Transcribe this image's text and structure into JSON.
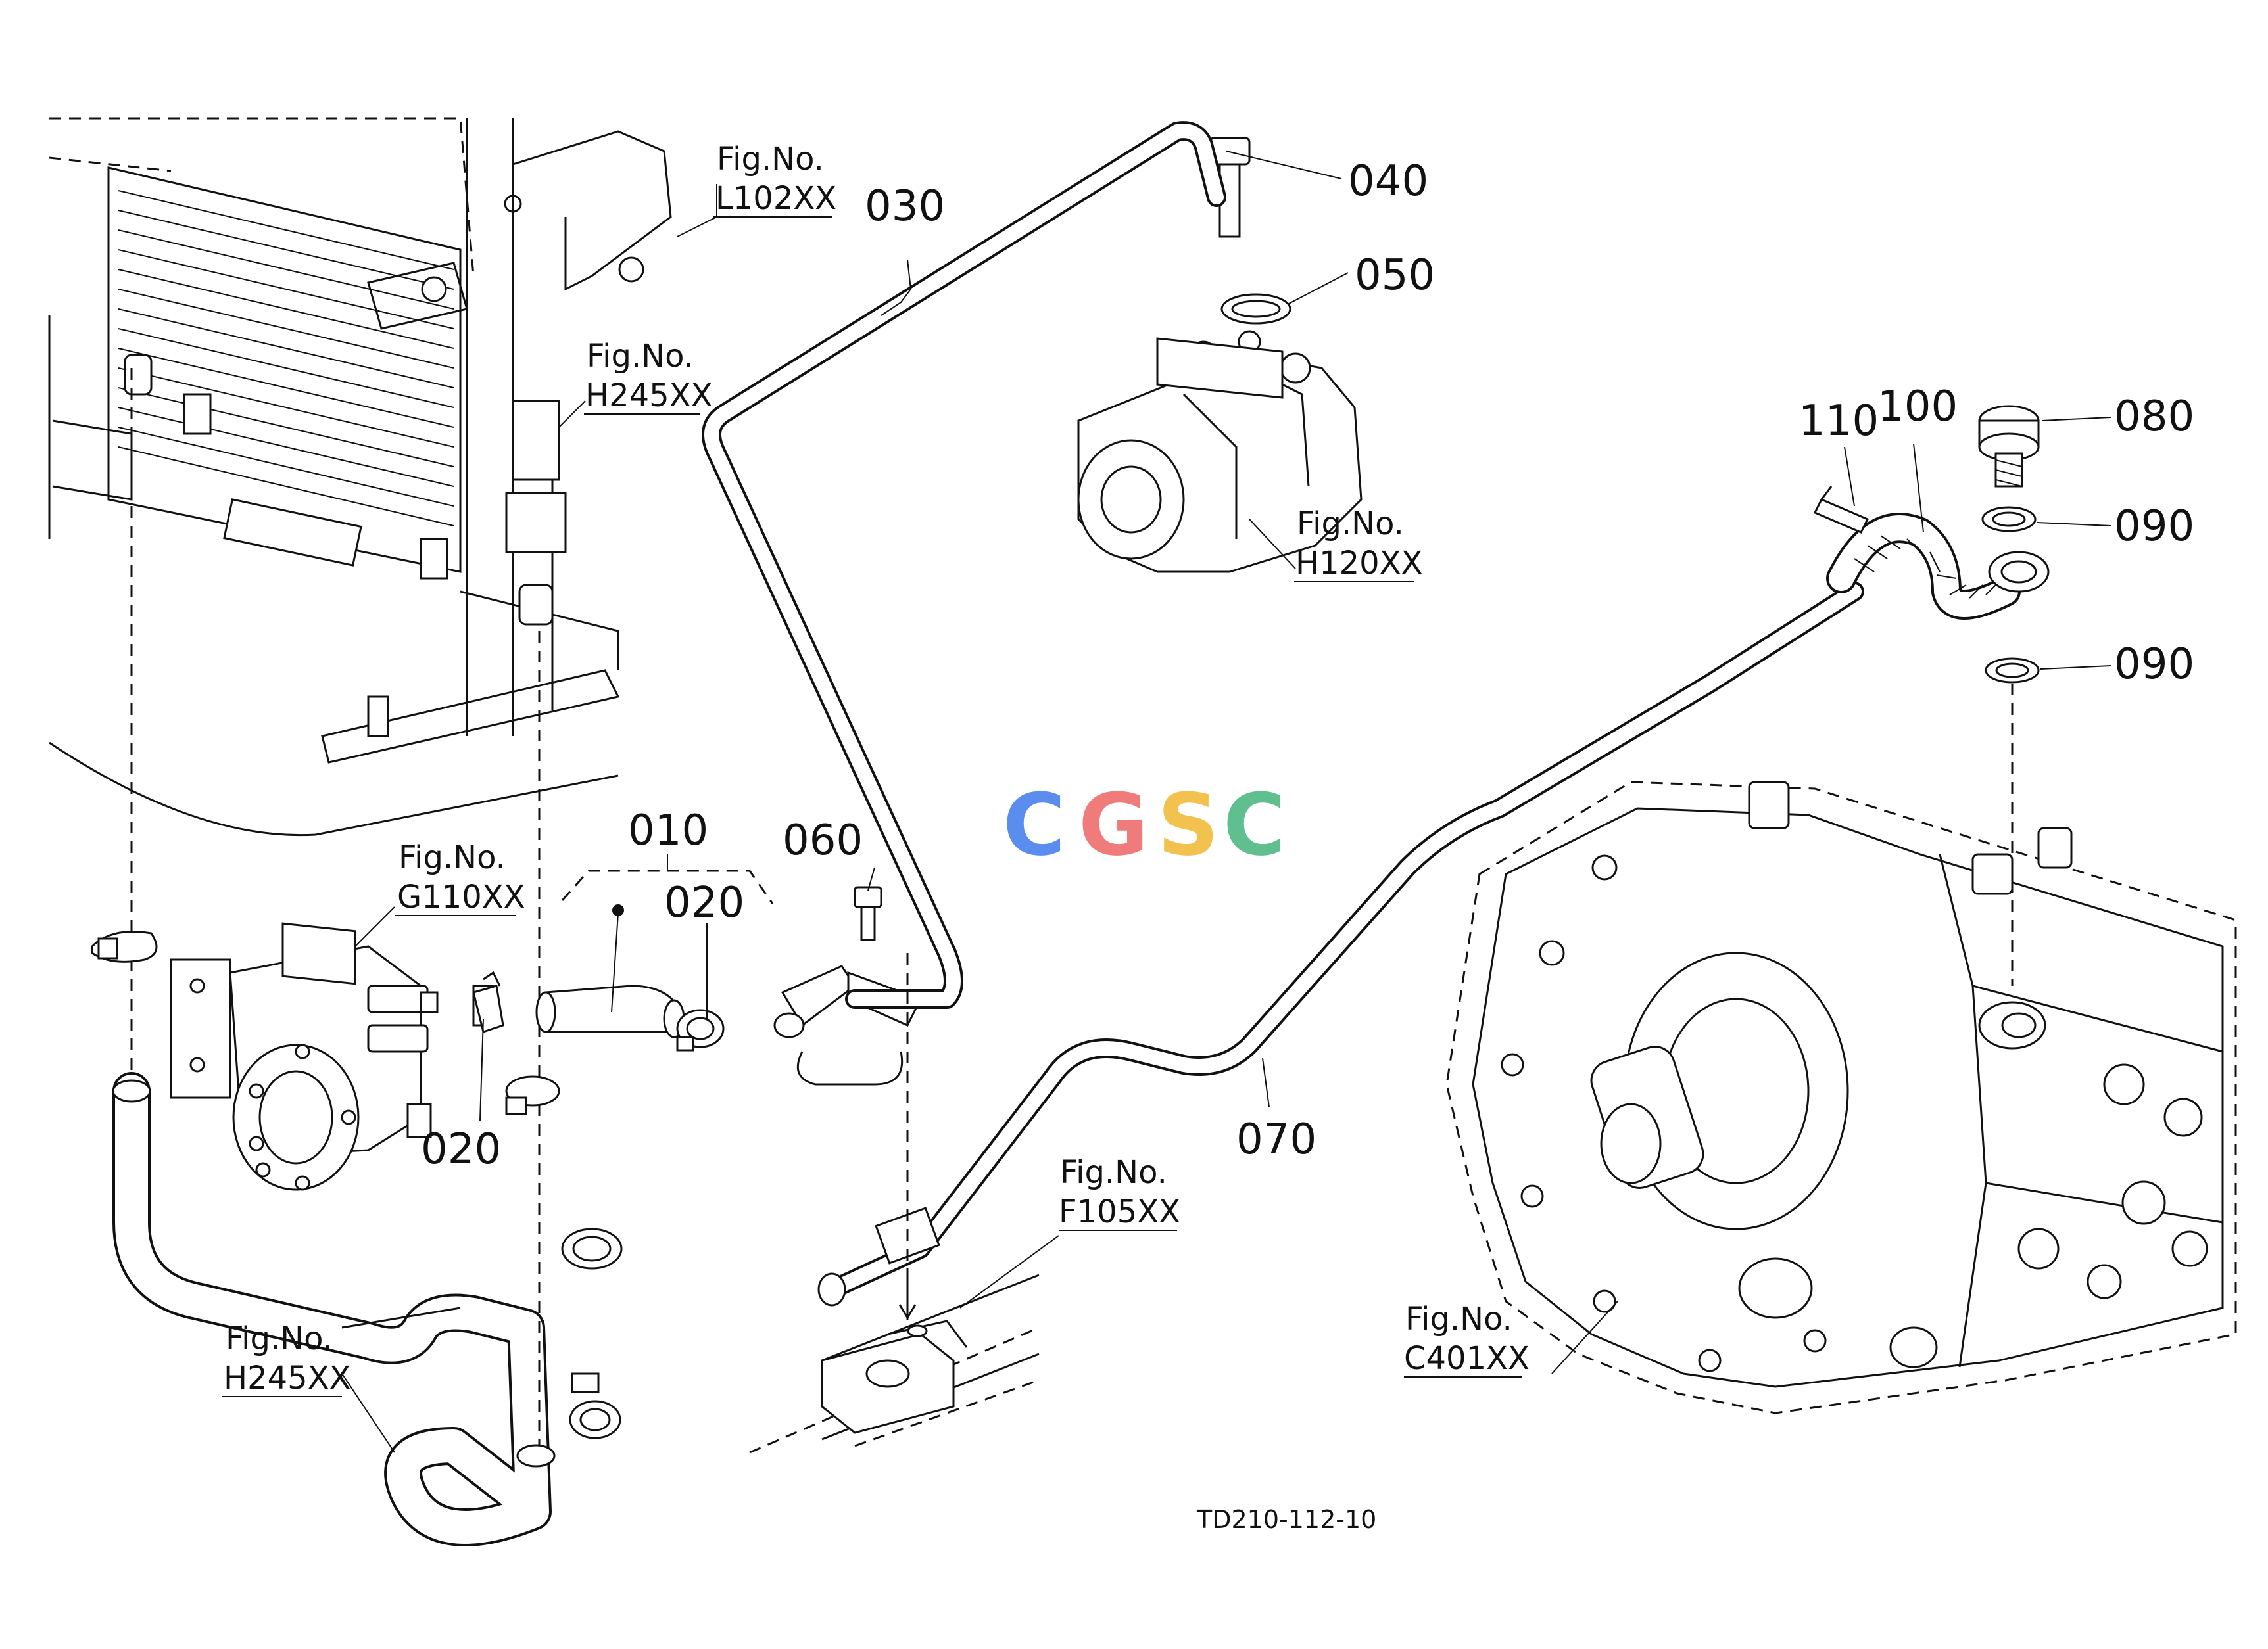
{
  "diagram_code": "TD210-112-10",
  "watermark": {
    "letters": [
      "C",
      "G",
      "S",
      "C"
    ],
    "colors": [
      "#5b8def",
      "#ef7b7b",
      "#f2c14e",
      "#5fbf8f"
    ]
  },
  "callouts": {
    "p010": "010",
    "p020a": "020",
    "p020b": "020",
    "p030": "030",
    "p040": "040",
    "p050": "050",
    "p060": "060",
    "p070": "070",
    "p080": "080",
    "p090a": "090",
    "p090b": "090",
    "p100": "100",
    "p110": "110"
  },
  "fig_refs": {
    "l102": {
      "title": "Fig.No.",
      "code": "L102XX"
    },
    "h245_top": {
      "title": "Fig.No.",
      "code": "H245XX"
    },
    "h120": {
      "title": "Fig.No.",
      "code": "H120XX"
    },
    "g110": {
      "title": "Fig.No.",
      "code": "G110XX"
    },
    "f105": {
      "title": "Fig.No.",
      "code": "F105XX"
    },
    "h245_bottom": {
      "title": "Fig.No.",
      "code": "H245XX"
    },
    "c401": {
      "title": "Fig.No.",
      "code": "C401XX"
    }
  }
}
